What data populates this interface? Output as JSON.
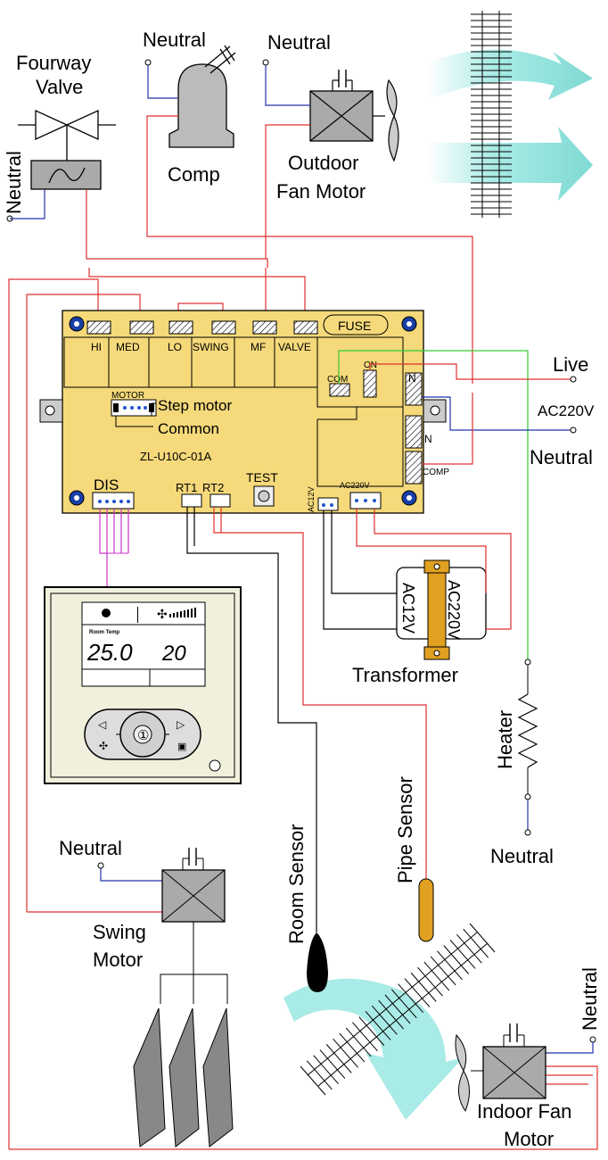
{
  "labels": {
    "fourway_valve_1": "Fourway",
    "fourway_valve_2": "Valve",
    "neutral": "Neutral",
    "comp": "Comp",
    "outdoor_fan_1": "Outdoor",
    "outdoor_fan_2": "Fan Motor",
    "live": "Live",
    "ac220v": "AC220V",
    "transformer": "Transformer",
    "heater": "Heater",
    "room_sensor": "Room Sensor",
    "pipe_sensor": "Pipe Sensor",
    "swing_motor_1": "Swing",
    "swing_motor_2": "Motor",
    "indoor_fan_1": "Indoor Fan",
    "indoor_fan_2": "Motor"
  },
  "board": {
    "model": "ZL-U10C-01A",
    "fuse": "FUSE",
    "relays": [
      "HI",
      "MED",
      "LO",
      "SWING",
      "MF",
      "VALVE"
    ],
    "com": "COM",
    "on": "ON",
    "n1": "N",
    "n2": "N",
    "comp_term": "COMP",
    "motor_header": "MOTOR",
    "step_motor": "Step motor",
    "common": "Common",
    "dis": "DIS",
    "rt1": "RT1",
    "rt2": "RT2",
    "test": "TEST",
    "ac12v": "AC12V",
    "ac220v": "AC220V"
  },
  "transformer": {
    "left": "AC12V",
    "right": "AC220V"
  },
  "display": {
    "room_temp_label": "Room Temp",
    "room_temp": "25.0",
    "set_temp": "20"
  },
  "colors": {
    "live_wire": "#e03030",
    "neutral_wire": "#2233aa",
    "ground_wire": "#33cc33",
    "sensor_wire": "#000000",
    "display_wire": "#cc33cc",
    "board": "#f5d97a",
    "airflow": "#a9ebe6"
  }
}
